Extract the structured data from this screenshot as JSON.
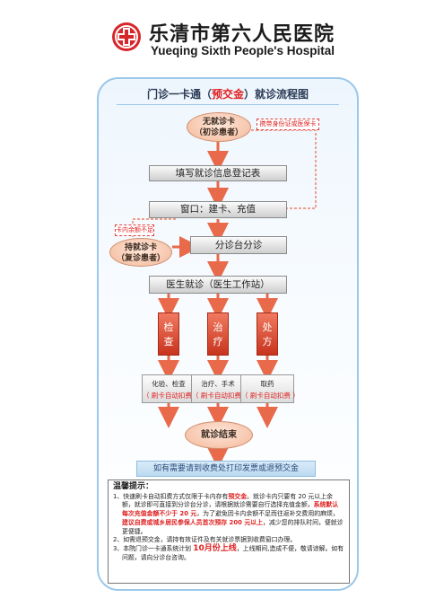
{
  "header": {
    "hospital_cn": "乐清市第六人民医院",
    "hospital_en": "Yueqing  Sixth People's Hospital",
    "logo_color": "#d7262a"
  },
  "flow": {
    "title_pre": "门诊一卡通（",
    "title_highlight": "预交金",
    "title_post": "）就诊流程图",
    "no_card_line1": "无就诊卡",
    "no_card_line2": "（初诊患者）",
    "bring_id_note": "携带身份证或医保卡",
    "register_form": "填写就诊信息登记表",
    "window": "窗口：建卡、充值",
    "low_balance_note": "卡内余额不足",
    "has_card_line1": "持就诊卡",
    "has_card_line2": "（复诊患者）",
    "triage": "分诊台分诊",
    "doctor": "医生就诊（医生工作站）",
    "branches": [
      {
        "label1": "检",
        "label2": "查",
        "result": "化验、检查",
        "result_note": "（ 刷卡自动扣费 ）"
      },
      {
        "label1": "治",
        "label2": "疗",
        "result": "治疗、手术",
        "result_note": "（ 刷卡自动扣费 ）"
      },
      {
        "label1": "处",
        "label2": "方",
        "result": "取药",
        "result_note": "（ 刷卡自动扣费 ）"
      }
    ],
    "end": "就诊结束",
    "refund_bar": "如有需要请到收费处打印发票或退预交金"
  },
  "notes": {
    "title": "温馨提示：",
    "item1_a": "1、快速刷卡自动扣费方式仅限于卡内存有",
    "item1_hl1": "预交金",
    "item1_b": "。就诊卡内只要有 20 元以上余额，就诊即可直接到分诊台分诊，请根据就诊需要自行选择充值金额，",
    "item1_hl2": "系统默认每次充值金额不少于 20 元",
    "item1_c": "，为了避免因卡内余额不足而往返补交费用的麻烦，",
    "item1_hl3": "建议自费或城乡居民参保人员首次预存 200 元以上",
    "item1_d": "，减少您的排队时间，便就诊更便捷。",
    "item2": "2、如需退预交金，请持有效证件及有关就诊票据到收费窗口办理。",
    "item3_a": "3、本院门诊一卡通系统计划 ",
    "item3_hl": "10月份上线",
    "item3_b": "，上线期间,造成不便，敬请谅解。如有问题，请向分诊台咨询。"
  },
  "colors": {
    "frame_border": "#9cc8ea",
    "accent_red": "#e02020",
    "arrow": "#e86a4a",
    "branch_box": "#c8341e"
  }
}
